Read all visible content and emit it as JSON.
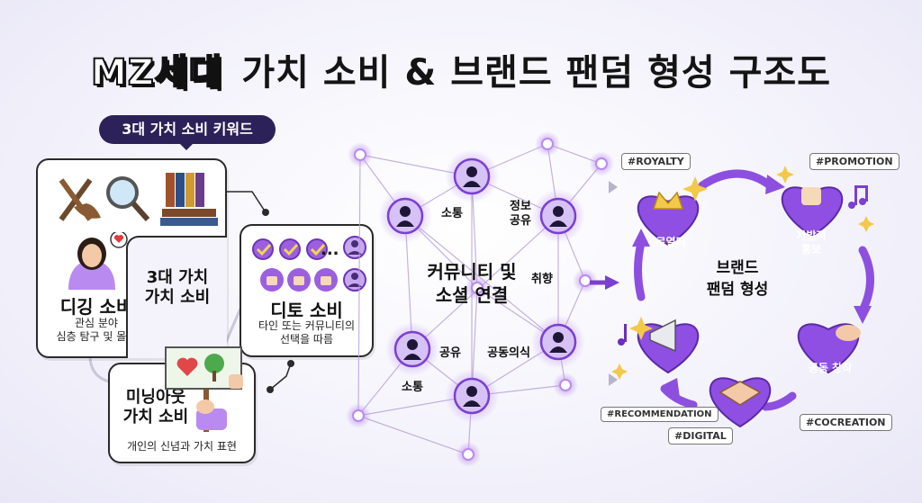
{
  "title_prefix": "MZ세대",
  "title_rest": "가치 소비 & 브랜드 팬덤 형성 구조도",
  "keyword_pill": "3대 가치 소비 키워드",
  "center_left_label": "3대 가치\n가치 소비",
  "digging": {
    "title": "디깅 소비",
    "desc": "관심 분야\n심층 탐구 및 몰입"
  },
  "ditto": {
    "title": "디토 소비",
    "desc": "타인 또는 커뮤니티의\n선택을 따름",
    "dots": "..."
  },
  "meaning_out": {
    "title": "미닝아웃\n가치 소비",
    "desc": "개인의 신념과 가치 표현"
  },
  "network": {
    "center": "커뮤니티 및\n소셜 연결",
    "labels": [
      "소통",
      "정보\n공유",
      "취향",
      "공유",
      "공동의식",
      "소통"
    ]
  },
  "fandom": {
    "center": "브랜드\n팬덤 형성",
    "hearts": [
      "로열티",
      "자발적\n홍보",
      "공동 창작",
      "",
      ""
    ],
    "tags": [
      "#ROYALTY",
      "#PROMOTION",
      "#COCREATION",
      "#DIGITAL",
      "#RECOMMENDATION"
    ]
  },
  "colors": {
    "purple": "#7b3fd1",
    "light_purple": "#b98af0",
    "dark": "#2c2158"
  }
}
